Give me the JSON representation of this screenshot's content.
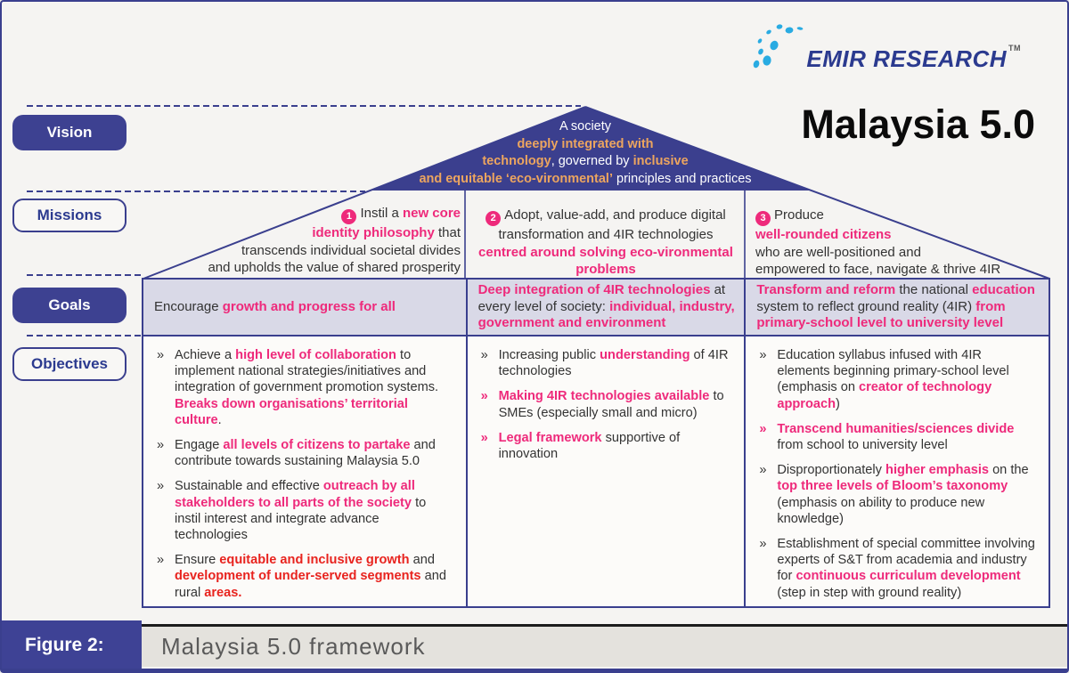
{
  "brand": {
    "logo_text": "EMIR RESEARCH",
    "trademark": "TM"
  },
  "title": "Malaysia 5.0",
  "side_labels": {
    "vision": "Vision",
    "missions": "Missions",
    "goals": "Goals",
    "objectives": "Objectives"
  },
  "colors": {
    "navy": "#3a3f8e",
    "pink": "#ee2a7b",
    "red": "#e8231e",
    "orange": "#eca55f",
    "logo_blue": "#29abe2",
    "goals_bg": "#d9d9e7",
    "caption_blue": "#3e4295",
    "caption_gray_bg": "#e4e2dd"
  },
  "vision": {
    "segments": [
      {
        "t": "A society",
        "s": "w"
      },
      {
        "br": true
      },
      {
        "t": "deeply integrated with",
        "s": "o"
      },
      {
        "br": true
      },
      {
        "t": "technology",
        "s": "o"
      },
      {
        "t": ", governed by ",
        "s": "w"
      },
      {
        "t": "inclusive",
        "s": "o"
      },
      {
        "br": true
      },
      {
        "t": "and equitable ‘eco-vironmental’",
        "s": "o"
      },
      {
        "t": " principles and practices",
        "s": "w"
      }
    ]
  },
  "missions": [
    {
      "num": "1",
      "segments": [
        {
          "t": "Instil a ",
          "s": "d"
        },
        {
          "t": "new core",
          "s": "p"
        },
        {
          "br": true
        },
        {
          "t": "identity philosophy",
          "s": "p"
        },
        {
          "t": " that",
          "s": "d"
        },
        {
          "br": true
        },
        {
          "t": "transcends individual societal divides",
          "s": "d"
        },
        {
          "br": true
        },
        {
          "t": "and upholds the value of shared prosperity",
          "s": "d"
        }
      ]
    },
    {
      "num": "2",
      "segments": [
        {
          "t": "Adopt, value-add, and produce digital",
          "s": "d"
        },
        {
          "br": true
        },
        {
          "t": "transformation and 4IR technologies",
          "s": "d"
        },
        {
          "br": true
        },
        {
          "t": "centred around solving eco-vironmental",
          "s": "p"
        },
        {
          "br": true
        },
        {
          "t": "problems",
          "s": "p"
        }
      ]
    },
    {
      "num": "3",
      "segments": [
        {
          "t": "Produce",
          "s": "d"
        },
        {
          "br": true
        },
        {
          "t": "well-rounded citizens",
          "s": "p"
        },
        {
          "br": true
        },
        {
          "t": "who are well-positioned and",
          "s": "d"
        },
        {
          "br": true
        },
        {
          "t": "empowered to face, navigate & thrive 4IR",
          "s": "d"
        }
      ]
    }
  ],
  "goals": [
    {
      "segments": [
        {
          "t": "Encourage ",
          "s": "d"
        },
        {
          "t": "growth and progress for all",
          "s": "p"
        }
      ]
    },
    {
      "segments": [
        {
          "t": "Deep integration of 4IR technologies",
          "s": "p"
        },
        {
          "t": " at every level of society: ",
          "s": "d"
        },
        {
          "t": "individual, industry, government and environment",
          "s": "p"
        }
      ]
    },
    {
      "segments": [
        {
          "t": "Transform and reform",
          "s": "p"
        },
        {
          "t": " the national ",
          "s": "d"
        },
        {
          "t": "education",
          "s": "p"
        },
        {
          "t": " system to reflect ground reality (4IR) ",
          "s": "d"
        },
        {
          "t": "from primary-school level to university level",
          "s": "p"
        }
      ]
    }
  ],
  "objectives": {
    "columns": [
      [
        {
          "m": "d",
          "segments": [
            {
              "t": "Achieve a ",
              "s": "d"
            },
            {
              "t": "high level of collaboration",
              "s": "p"
            },
            {
              "t": " to implement national strategies/initiatives and integration of government promotion systems. ",
              "s": "d"
            },
            {
              "t": "Breaks down organisations’ territorial culture",
              "s": "p"
            },
            {
              "t": ".",
              "s": "d"
            }
          ]
        },
        {
          "m": "d",
          "segments": [
            {
              "t": "Engage ",
              "s": "d"
            },
            {
              "t": "all levels of citizens to partake",
              "s": "p"
            },
            {
              "t": " and contribute towards sustaining Malaysia 5.0",
              "s": "d"
            }
          ]
        },
        {
          "m": "d",
          "segments": [
            {
              "t": "Sustainable and effective ",
              "s": "d"
            },
            {
              "t": "outreach by all stakeholders to all parts of the society",
              "s": "p"
            },
            {
              "t": " to instil interest and integrate advance technologies",
              "s": "d"
            }
          ]
        },
        {
          "m": "d",
          "segments": [
            {
              "t": "Ensure ",
              "s": "d"
            },
            {
              "t": "equitable and inclusive growth",
              "s": "r"
            },
            {
              "t": " and ",
              "s": "d"
            },
            {
              "t": "development of under-served segments",
              "s": "r"
            },
            {
              "t": " and rural ",
              "s": "d"
            },
            {
              "t": "areas.",
              "s": "r"
            }
          ]
        }
      ],
      [
        {
          "m": "d",
          "segments": [
            {
              "t": "Increasing public ",
              "s": "d"
            },
            {
              "t": "understanding",
              "s": "p"
            },
            {
              "t": " of 4IR technologies",
              "s": "d"
            }
          ]
        },
        {
          "m": "p",
          "segments": [
            {
              "t": "Making 4IR technologies available",
              "s": "p"
            },
            {
              "t": " to SMEs (especially small and micro)",
              "s": "d"
            }
          ]
        },
        {
          "m": "p",
          "segments": [
            {
              "t": "Legal framework",
              "s": "p"
            },
            {
              "t": " supportive of innovation",
              "s": "d"
            }
          ]
        }
      ],
      [
        {
          "m": "d",
          "segments": [
            {
              "t": "Education syllabus infused with 4IR elements beginning primary-school level (emphasis on ",
              "s": "d"
            },
            {
              "t": "creator of technology approach",
              "s": "p"
            },
            {
              "t": ")",
              "s": "d"
            }
          ]
        },
        {
          "m": "p",
          "segments": [
            {
              "t": "Transcend humanities/sciences divide",
              "s": "p"
            },
            {
              "t": " from school to university level",
              "s": "d"
            }
          ]
        },
        {
          "m": "d",
          "segments": [
            {
              "t": "Disproportionately ",
              "s": "d"
            },
            {
              "t": "higher emphasis",
              "s": "p"
            },
            {
              "t": " on the ",
              "s": "d"
            },
            {
              "t": "top three levels of Bloom’s taxonomy",
              "s": "p"
            },
            {
              "t": " (emphasis on ability to produce new knowledge)",
              "s": "d"
            }
          ]
        },
        {
          "m": "d",
          "segments": [
            {
              "t": "Establishment of special committee involving experts of S&T from academia and industry for ",
              "s": "d"
            },
            {
              "t": "continuous curriculum development",
              "s": "p"
            },
            {
              "t": " (step in step with ground reality)",
              "s": "d"
            }
          ]
        }
      ]
    ]
  },
  "caption": {
    "figure_label": "Figure 2:",
    "caption_text": "Malaysia 5.0 framework"
  }
}
